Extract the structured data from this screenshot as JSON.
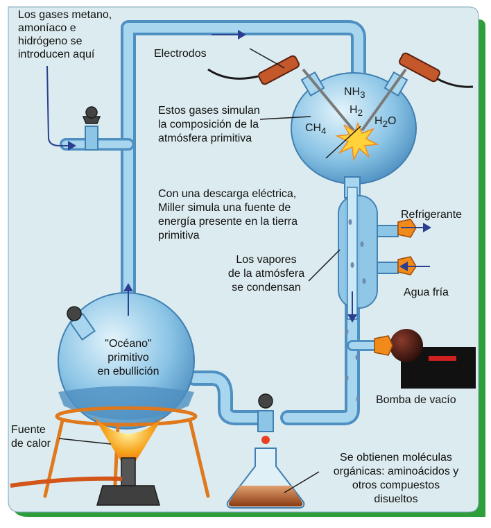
{
  "labels": {
    "gases_intro": "Los gases metano,\namoníaco e\nhidrógeno se\nintroducen aquí",
    "electrodos": "Electrodos",
    "gases_simulan": "Estos gases simulan\nla composición de la\natmósfera primitiva",
    "descarga": "Con una descarga eléctrica,\nMiller simula una fuente de\nenergía presente en la tierra\nprimitiva",
    "refrigerante": "Refrigerante",
    "vapores": "Los vapores\nde la atmósfera\nse condensan",
    "agua_fria": "Agua fría",
    "oceano": "\"Océano\"\nprimitivo\nen ebullición",
    "bomba": "Bomba de vacío",
    "fuente_calor": "Fuente\nde calor",
    "moleculas": "Se obtienen moléculas\norgánicas: aminoácidos y\notros compuestos\ndisueltos"
  },
  "molecules": {
    "nh3": "NH",
    "nh3_sub": "3",
    "h2": "H",
    "h2_sub": "2",
    "ch4": "CH",
    "ch4_sub": "4",
    "h2o": "H",
    "h2o_sub": "2",
    "h2o_tail": "O"
  },
  "colors": {
    "background_panel": "#dcebef",
    "border_green": "#2e9e3a",
    "glass": "#9fd0ea",
    "glass_dark": "#4f90c2",
    "arrow": "#2a3f8f",
    "flame": "#f08a1a",
    "stand": "#e0781c"
  }
}
